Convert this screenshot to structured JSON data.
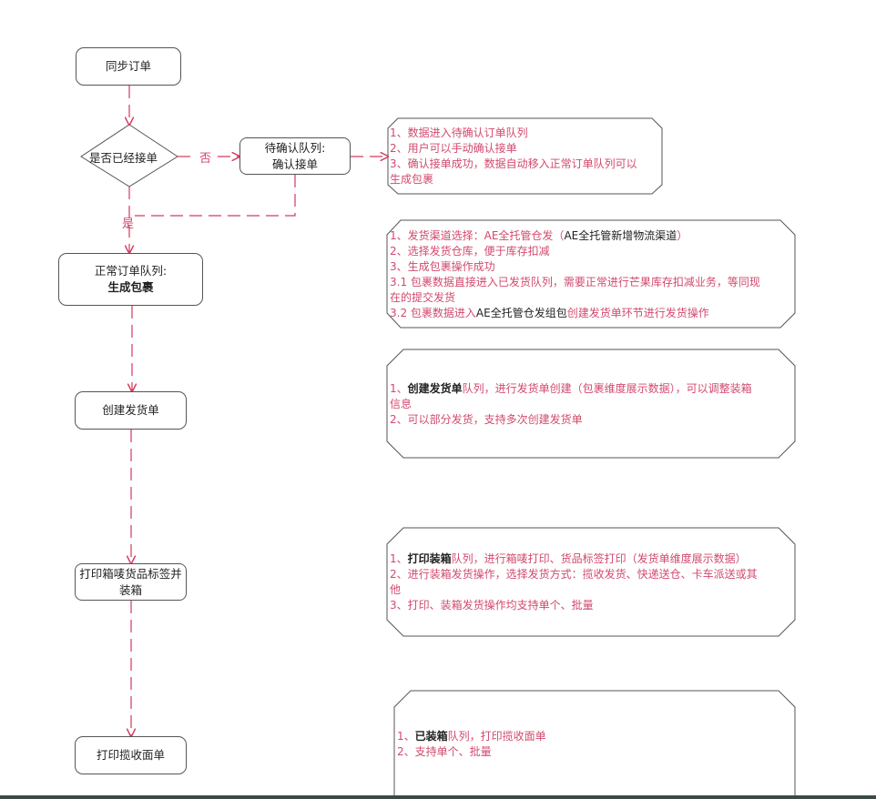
{
  "nodes": {
    "sync_order": "同步订单",
    "decision": "是否已经接单",
    "pending_queue_line1": "待确认队列:",
    "pending_queue_line2": "确认接单",
    "normal_queue_line1": "正常订单队列:",
    "normal_queue_line2": "生成包裹",
    "create_shipment": "创建发货单",
    "print_label_line1": "打印箱唛货品标签并",
    "print_label_line2": "装箱",
    "print_waybill": "打印揽收面单"
  },
  "edge_labels": {
    "no": "否",
    "yes": "是"
  },
  "notes": {
    "pending": {
      "l1": "1、数据进入待确认订单队列",
      "l2": "2、用户可以手动确认接单",
      "l3": "3、确认接单成功，数据自动移入正常订单队列可以",
      "l4": "生成包裹"
    },
    "normal": {
      "l1a": "1、发货渠道选择：AE全托管仓发（",
      "l1b": "AE全托管新增物流渠道",
      "l1c": "）",
      "l2": "2、选择发货仓库，便于库存扣减",
      "l3": "3、生成包裹操作成功",
      "l4": "3.1 包裹数据直接进入已发货队列，需要正常进行芒果库存扣减业务，等同现",
      "l5": "在的提交发货",
      "l6a": "3.2 包裹数据进入",
      "l6b": "AE全托管仓发组包",
      "l6c": "创建发货单环节进行发货操作"
    },
    "shipment": {
      "l1a": "1、",
      "l1b": "创建发货单",
      "l1c": "队列，进行发货单创建（包裹维度展示数据），可以调整装箱",
      "l2": "信息",
      "l3": "2、可以部分发货，支持多次创建发货单"
    },
    "label": {
      "l1a": "1、",
      "l1b": "打印装箱",
      "l1c": "队列，进行箱唛打印、货品标签打印（发货单维度展示数据）",
      "l2": "2、进行装箱发货操作，选择发货方式：揽收发货、快递送仓、卡车派送或其",
      "l3": "他",
      "l4": "3、打印、装箱发货操作均支持单个、批量"
    },
    "waybill": {
      "l1a": "1、",
      "l1b": "已装箱",
      "l1c": "队列，打印揽收面单",
      "l2": "2、支持单个、批量"
    }
  },
  "colors": {
    "connector": "#d23a5e",
    "note_text": "#d24a6e",
    "box_border": "#555555"
  }
}
